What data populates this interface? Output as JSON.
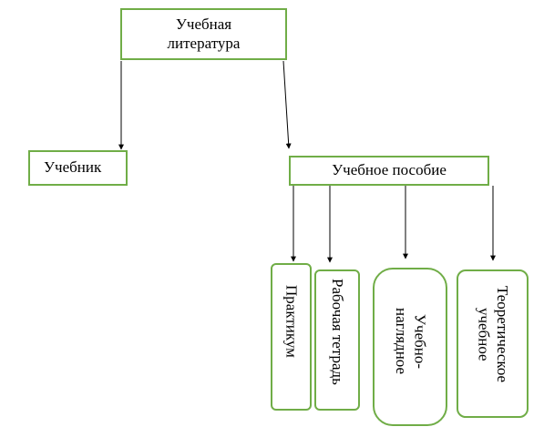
{
  "diagram": {
    "root": {
      "label": "Учебная\nлитература"
    },
    "textbook": {
      "label": "Учебник"
    },
    "manual": {
      "label": "Учебное пособие"
    },
    "children": [
      {
        "label": "Практикум"
      },
      {
        "label": "Рабочая тетрадь"
      },
      {
        "label": "Учебно-\nнаглядное"
      },
      {
        "label": "Теоретическое\nучебное"
      }
    ],
    "colors": {
      "border": "#70AD47",
      "arrow": "#000000"
    }
  }
}
